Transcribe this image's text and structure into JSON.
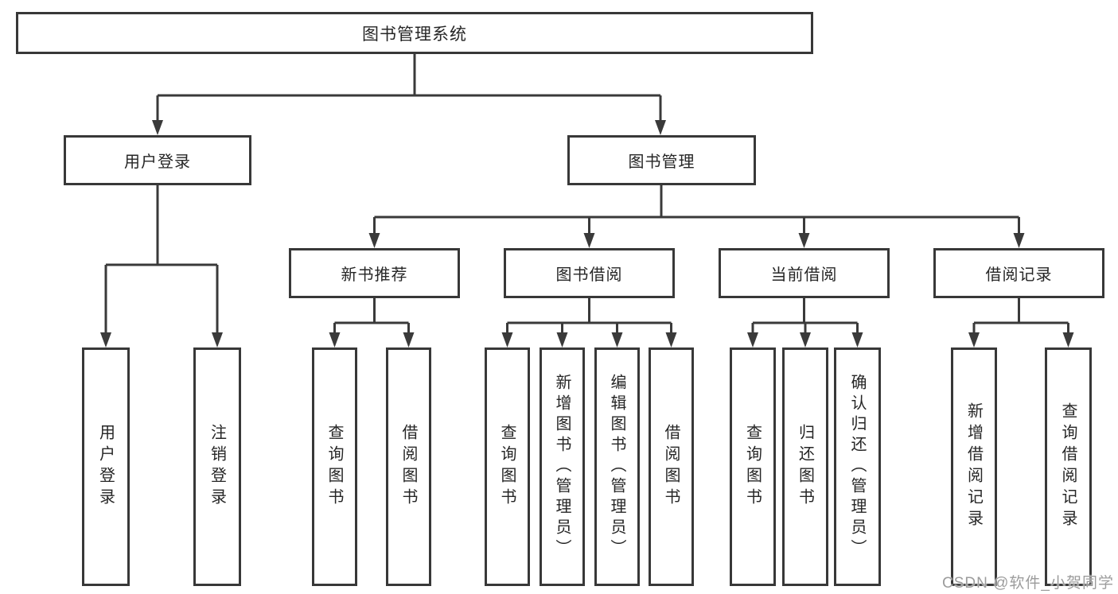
{
  "colors": {
    "line": "#3a3a3a",
    "box-border": "#383838",
    "text": "#262626",
    "watermark": "#9c9c9c"
  },
  "diagram": {
    "type": "hierarchy",
    "root": {
      "label": "图书管理系统"
    },
    "branches": [
      {
        "label": "用户登录",
        "leaves": [
          {
            "label": "用户登录"
          },
          {
            "label": "注销登录"
          }
        ]
      },
      {
        "label": "图书管理",
        "children": [
          {
            "label": "新书推荐",
            "leaves": [
              {
                "label": "查询图书"
              },
              {
                "label": "借阅图书"
              }
            ]
          },
          {
            "label": "图书借阅",
            "leaves": [
              {
                "label": "查询图书"
              },
              {
                "label": "新增图书（管理员）"
              },
              {
                "label": "编辑图书（管理员）"
              },
              {
                "label": "借阅图书"
              }
            ]
          },
          {
            "label": "当前借阅",
            "leaves": [
              {
                "label": "查询图书"
              },
              {
                "label": "归还图书"
              },
              {
                "label": "确认归还（管理员）"
              }
            ]
          },
          {
            "label": "借阅记录",
            "leaves": [
              {
                "label": "新增借阅记录"
              },
              {
                "label": "查询借阅记录"
              }
            ]
          }
        ]
      }
    ]
  },
  "watermark": {
    "text": "CSDN @软件_小贺同学"
  }
}
